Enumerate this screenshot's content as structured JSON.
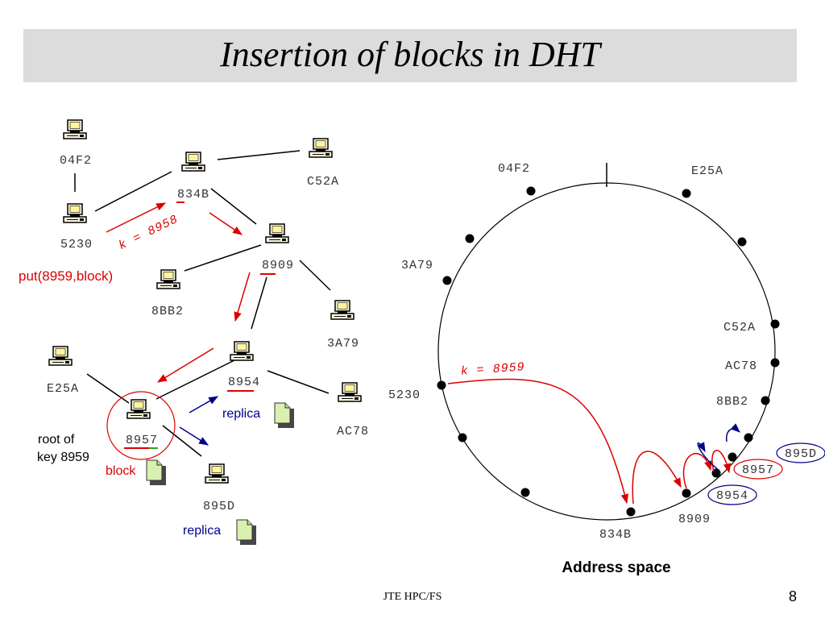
{
  "title": "Insertion of blocks in DHT",
  "footer": "JTE HPC/FS",
  "page_number": "8",
  "colors": {
    "routing": "#dd0000",
    "replica": "#00008b",
    "node_dot": "#000000",
    "title_bar": "#dcdcdc"
  },
  "network": {
    "nodes": {
      "n04F2": "04F2",
      "n834B": "834B",
      "nC52A": "C52A",
      "n5230": "5230",
      "n8909": "8909",
      "n8BB2": "8BB2",
      "n3A79": "3A79",
      "nE25A": "E25A",
      "n8954": "8954",
      "nAC78": "AC78",
      "n8957": "8957",
      "n895D": "895D"
    },
    "query_label": "k = 8958",
    "put_call": "put(8959,block)",
    "root_label": [
      "root of",
      "key 8959"
    ],
    "block_label": "block",
    "replica_label_1": "replica",
    "replica_label_2": "replica"
  },
  "ring": {
    "labels": {
      "l04F2": "04F2",
      "lE25A": "E25A",
      "l3A79": "3A79",
      "lC52A": "C52A",
      "lAC78": "AC78",
      "l8BB2": "8BB2",
      "l5230": "5230",
      "l895D": "895D",
      "l8957": "8957",
      "l8954": "8954",
      "l8909": "8909",
      "l834B": "834B"
    },
    "query_label": "k = 8959",
    "caption": "Address space"
  }
}
